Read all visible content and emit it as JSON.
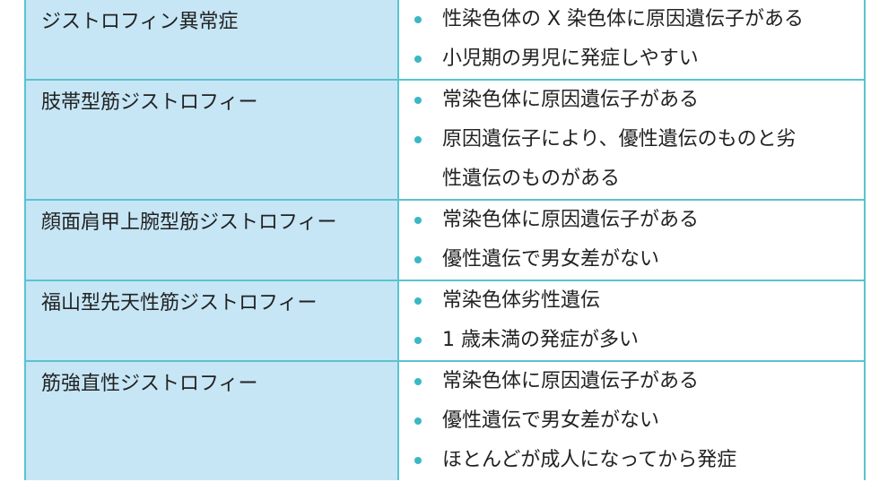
{
  "colors": {
    "border": "#59c3cf",
    "name_cell_bg": "#c6e6f6",
    "bullet": "#3ab8c4"
  },
  "rows": [
    {
      "name": "ジストロフィン異常症",
      "facts": [
        {
          "text": "性染色体の X 染色体に原因遺伝子がある"
        },
        {
          "text": "小児期の男児に発症しやすい"
        }
      ]
    },
    {
      "name": "肢帯型筋ジストロフィー",
      "facts": [
        {
          "text": "常染色体に原因遺伝子がある"
        },
        {
          "text": "原因遺伝子により、優性遺伝のものと劣",
          "cont": "性遺伝のものがある"
        }
      ]
    },
    {
      "name": "顔面肩甲上腕型筋ジストロフィー",
      "facts": [
        {
          "text": "常染色体に原因遺伝子がある"
        },
        {
          "text": "優性遺伝で男女差がない"
        }
      ]
    },
    {
      "name": "福山型先天性筋ジストロフィー",
      "facts": [
        {
          "text": "常染色体劣性遺伝"
        },
        {
          "text": "1 歳未満の発症が多い"
        }
      ]
    },
    {
      "name": "筋強直性ジストロフィー",
      "facts": [
        {
          "text": "常染色体に原因遺伝子がある"
        },
        {
          "text": "優性遺伝で男女差がない"
        },
        {
          "text": "ほとんどが成人になってから発症"
        }
      ]
    }
  ]
}
